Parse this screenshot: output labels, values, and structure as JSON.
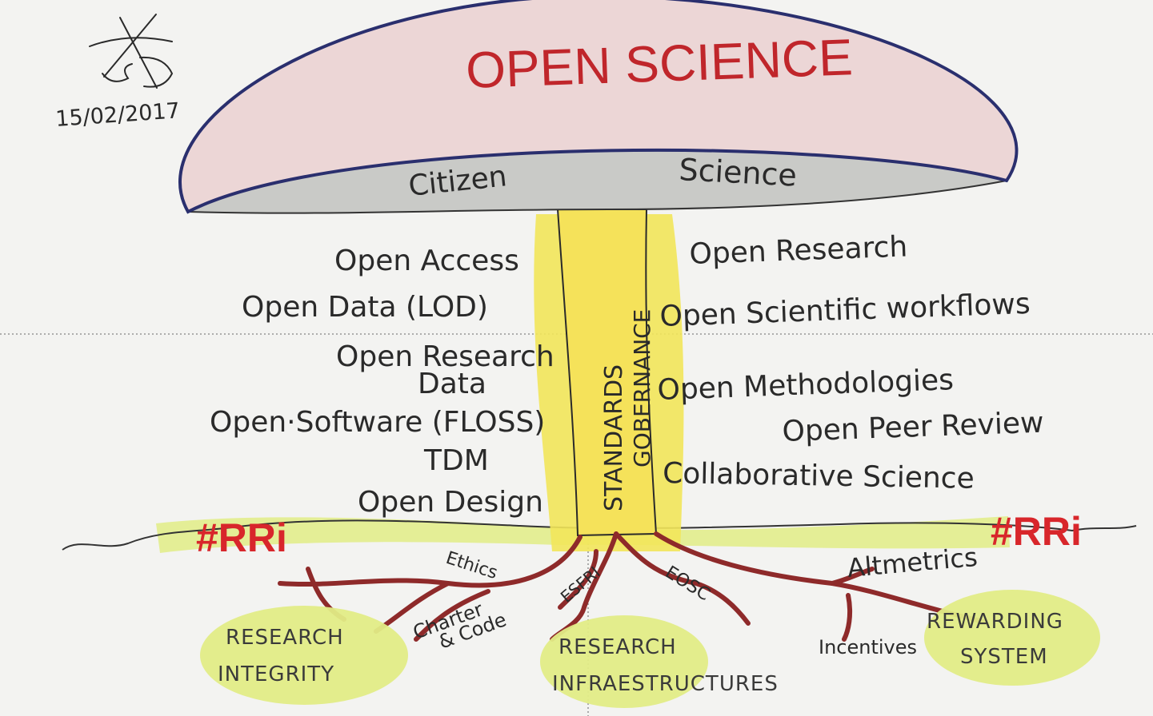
{
  "signature": {
    "date": "15/02/2017"
  },
  "cap": {
    "title": "OPEN SCIENCE",
    "underside_left": "Citizen",
    "underside_right": "Science"
  },
  "stem": {
    "line1": "STANDARDS",
    "line2": "GOBERNANCE"
  },
  "left_items": [
    "Open Access",
    "Open Data (LOD)",
    "Open Research",
    "Data",
    "Open·Software (FLOSS)",
    "TDM",
    "Open Design"
  ],
  "right_items": [
    "Open Research",
    "Open Scientific workflows",
    "Open Methodologies",
    "Open Peer Review",
    "Collaborative Science"
  ],
  "ground": {
    "tag_left": "#RRi",
    "tag_right": "#RRi"
  },
  "roots": {
    "ethics": "Ethics",
    "charter": "Charter",
    "code": "& Code",
    "esfri": "ESFRI",
    "eosc": "EOSC",
    "altmetrics": "Altmetrics",
    "incentives": "Incentives"
  },
  "outcomes": {
    "integrity_1": "RESEARCH",
    "integrity_2": "INTEGRITY",
    "infra_1": "RESEARCH",
    "infra_2": "INFRAESTRUCTURES",
    "reward_1": "REWARDING",
    "reward_2": "SYSTEM"
  },
  "colors": {
    "cap_fill": "#ecd6d6",
    "cap_outline": "#2a2f6e",
    "stem_yellow": "#f2e55a",
    "highlight_green": "#e1ec86",
    "root_red": "#8e2a2a",
    "title_red": "#c0262b"
  }
}
